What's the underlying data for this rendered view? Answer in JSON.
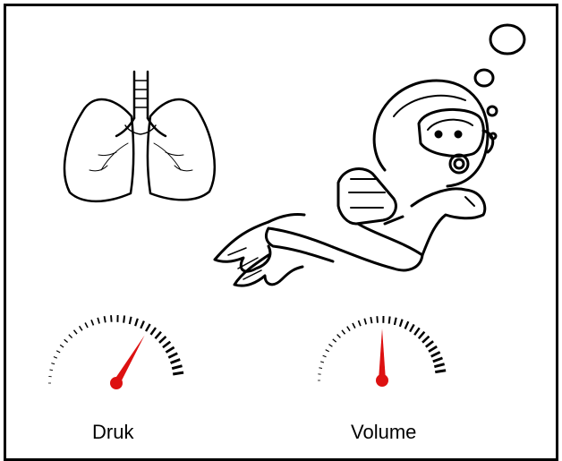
{
  "labels": {
    "pressure": "Druk",
    "volume": "Volume"
  },
  "icons": [
    "lungs-icon",
    "scuba-diver-illustration",
    "air-bubble-icon",
    "pressure-gauge-icon",
    "volume-gauge-icon"
  ],
  "colors": {
    "needle": "#dd1111",
    "outline": "#000000",
    "background": "#ffffff"
  },
  "gauges": {
    "pressure_level": 0.67,
    "volume_level": 0.5
  }
}
